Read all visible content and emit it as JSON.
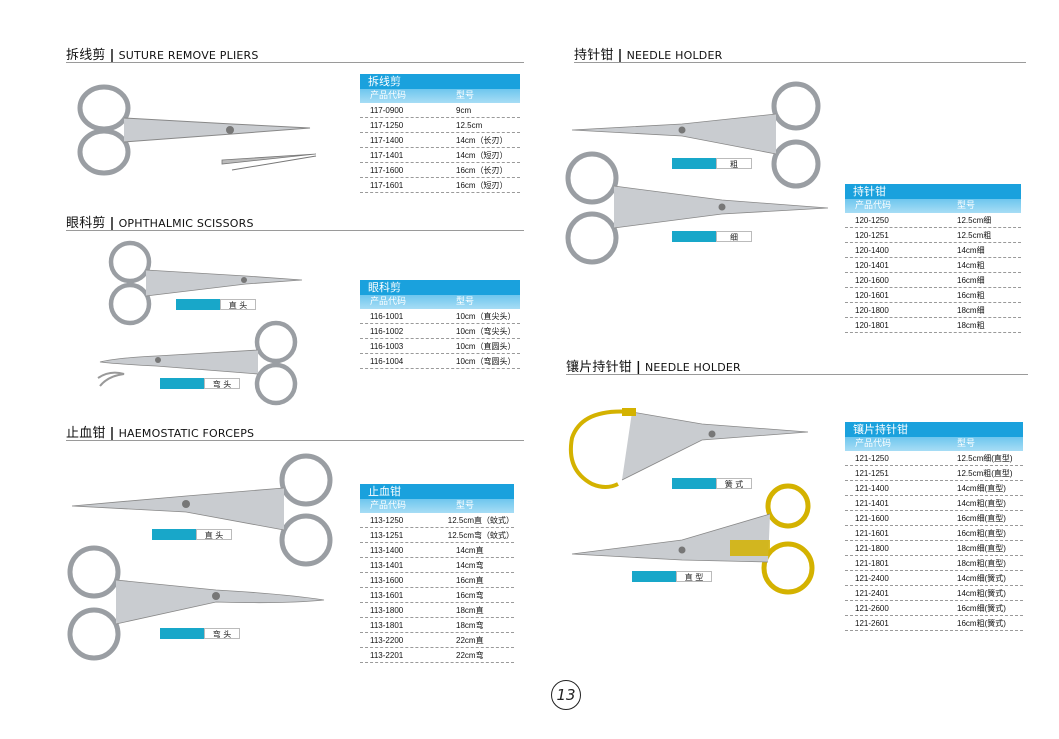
{
  "sections": {
    "suture": {
      "header_cn": "拆线剪",
      "header_en": "SUTURE REMOVE PLIERS",
      "table_title": "拆线剪",
      "col_code": "产品代码",
      "col_model": "型号",
      "rows": [
        {
          "code": "117-0900",
          "model": "9cm"
        },
        {
          "code": "117-1250",
          "model": "12.5cm"
        },
        {
          "code": "117-1400",
          "model": "14cm（长刃）"
        },
        {
          "code": "117-1401",
          "model": "14cm（短刃）"
        },
        {
          "code": "117-1600",
          "model": "16cm（长刃）"
        },
        {
          "code": "117-1601",
          "model": "16cm（短刃）"
        }
      ]
    },
    "ophthalmic": {
      "header_cn": "眼科剪",
      "header_en": "OPHTHALMIC SCISSORS",
      "table_title": "眼科剪",
      "col_code": "产品代码",
      "col_model": "型号",
      "badge_straight": "直 头",
      "badge_curved": "弯 头",
      "rows": [
        {
          "code": "116-1001",
          "model": "10cm（直尖头）"
        },
        {
          "code": "116-1002",
          "model": "10cm（弯尖头）"
        },
        {
          "code": "116-1003",
          "model": "10cm（直圆头）"
        },
        {
          "code": "116-1004",
          "model": "10cm（弯圆头）"
        }
      ]
    },
    "haemostatic": {
      "header_cn": "止血钳",
      "header_en": "HAEMOSTATIC FORCEPS",
      "table_title": "止血钳",
      "col_code": "产品代码",
      "col_model": "型号",
      "badge_straight": "直 头",
      "badge_curved": "弯 头",
      "rows": [
        {
          "code": "113-1250",
          "model": "12.5cm直（蚊式）"
        },
        {
          "code": "113-1251",
          "model": "12.5cm弯（蚊式）"
        },
        {
          "code": "113-1400",
          "model": "14cm直"
        },
        {
          "code": "113-1401",
          "model": "14cm弯"
        },
        {
          "code": "113-1600",
          "model": "16cm直"
        },
        {
          "code": "113-1601",
          "model": "16cm弯"
        },
        {
          "code": "113-1800",
          "model": "18cm直"
        },
        {
          "code": "113-1801",
          "model": "18cm弯"
        },
        {
          "code": "113-2200",
          "model": "22cm直"
        },
        {
          "code": "113-2201",
          "model": "22cm弯"
        }
      ]
    },
    "needle": {
      "header_cn": "持针钳",
      "header_en": "NEEDLE HOLDER",
      "table_title": "持针钳",
      "col_code": "产品代码",
      "col_model": "型号",
      "badge_coarse": "粗",
      "badge_fine": "细",
      "rows": [
        {
          "code": "120-1250",
          "model": "12.5cm细"
        },
        {
          "code": "120-1251",
          "model": "12.5cm粗"
        },
        {
          "code": "120-1400",
          "model": "14cm细"
        },
        {
          "code": "120-1401",
          "model": "14cm粗"
        },
        {
          "code": "120-1600",
          "model": "16cm细"
        },
        {
          "code": "120-1601",
          "model": "16cm粗"
        },
        {
          "code": "120-1800",
          "model": "18cm细"
        },
        {
          "code": "120-1801",
          "model": "18cm粗"
        }
      ]
    },
    "inlay_needle": {
      "header_cn": "镶片持针钳",
      "header_en": "NEEDLE HOLDER",
      "table_title": "镶片持针钳",
      "col_code": "产品代码",
      "col_model": "型号",
      "badge_spring": "簧 式",
      "badge_straight": "直 型",
      "rows": [
        {
          "code": "121-1250",
          "model": "12.5cm细(直型)"
        },
        {
          "code": "121-1251",
          "model": "12.5cm粗(直型)"
        },
        {
          "code": "121-1400",
          "model": "14cm细(直型)"
        },
        {
          "code": "121-1401",
          "model": "14cm粗(直型)"
        },
        {
          "code": "121-1600",
          "model": "16cm细(直型)"
        },
        {
          "code": "121-1601",
          "model": "16cm粗(直型)"
        },
        {
          "code": "121-1800",
          "model": "18cm细(直型)"
        },
        {
          "code": "121-1801",
          "model": "18cm粗(直型)"
        },
        {
          "code": "121-2400",
          "model": "14cm细(簧式)"
        },
        {
          "code": "121-2401",
          "model": "14cm粗(簧式)"
        },
        {
          "code": "121-2600",
          "model": "16cm细(簧式)"
        },
        {
          "code": "121-2601",
          "model": "16cm粗(簧式)"
        }
      ]
    }
  },
  "page_number": "13",
  "colors": {
    "table_title_bg": "#1aa1dd",
    "table_head_bg": "#8fd4f2",
    "badge_blue": "#18a7c9",
    "steel": "#b8bcc0",
    "gold": "#d4b200"
  }
}
